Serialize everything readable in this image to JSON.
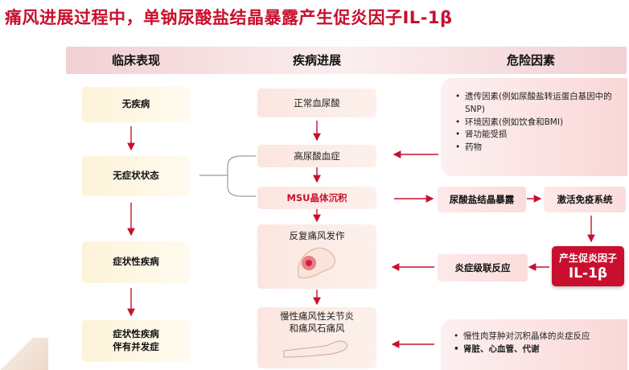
{
  "title": "痛风进展过程中，单钠尿酸盐结晶暴露产生促炎因子IL-1β",
  "headers": {
    "clinical": "临床表现",
    "progression": "疾病进展",
    "risk": "危险因素"
  },
  "clinical": [
    "无疾病",
    "无症状状态",
    "症状性疾病",
    "症状性疾病\n伴有并发症"
  ],
  "progression": {
    "normal": "正常血尿酸",
    "hyper": "高尿酸血症",
    "msu": "MSU晶体沉积",
    "gout": "反复痛风发作",
    "chronic": "慢性痛风性关节炎\n和痛风石痛风"
  },
  "risk_factors": [
    "遗传因素(例如尿酸盐转运蛋白基因中的SNP)",
    "环境因素(例如饮食和BMI)",
    "肾功能受损",
    "药物"
  ],
  "mechanism": {
    "exposure": "尿酸盐结晶暴露",
    "immune": "激活免疫系统",
    "il1_line1": "产生促炎因子",
    "il1_line2": "IL-1β",
    "cascade": "炎症级联反应"
  },
  "complications": [
    "慢性肉芽肿对沉积晶体的炎症反应",
    "肾脏、心血管、代谢"
  ],
  "colors": {
    "accent": "#c8102e",
    "header_band": "#f2d0d3",
    "clinical_box": "#fdf3d9",
    "progress_box": "#fbe6df"
  }
}
